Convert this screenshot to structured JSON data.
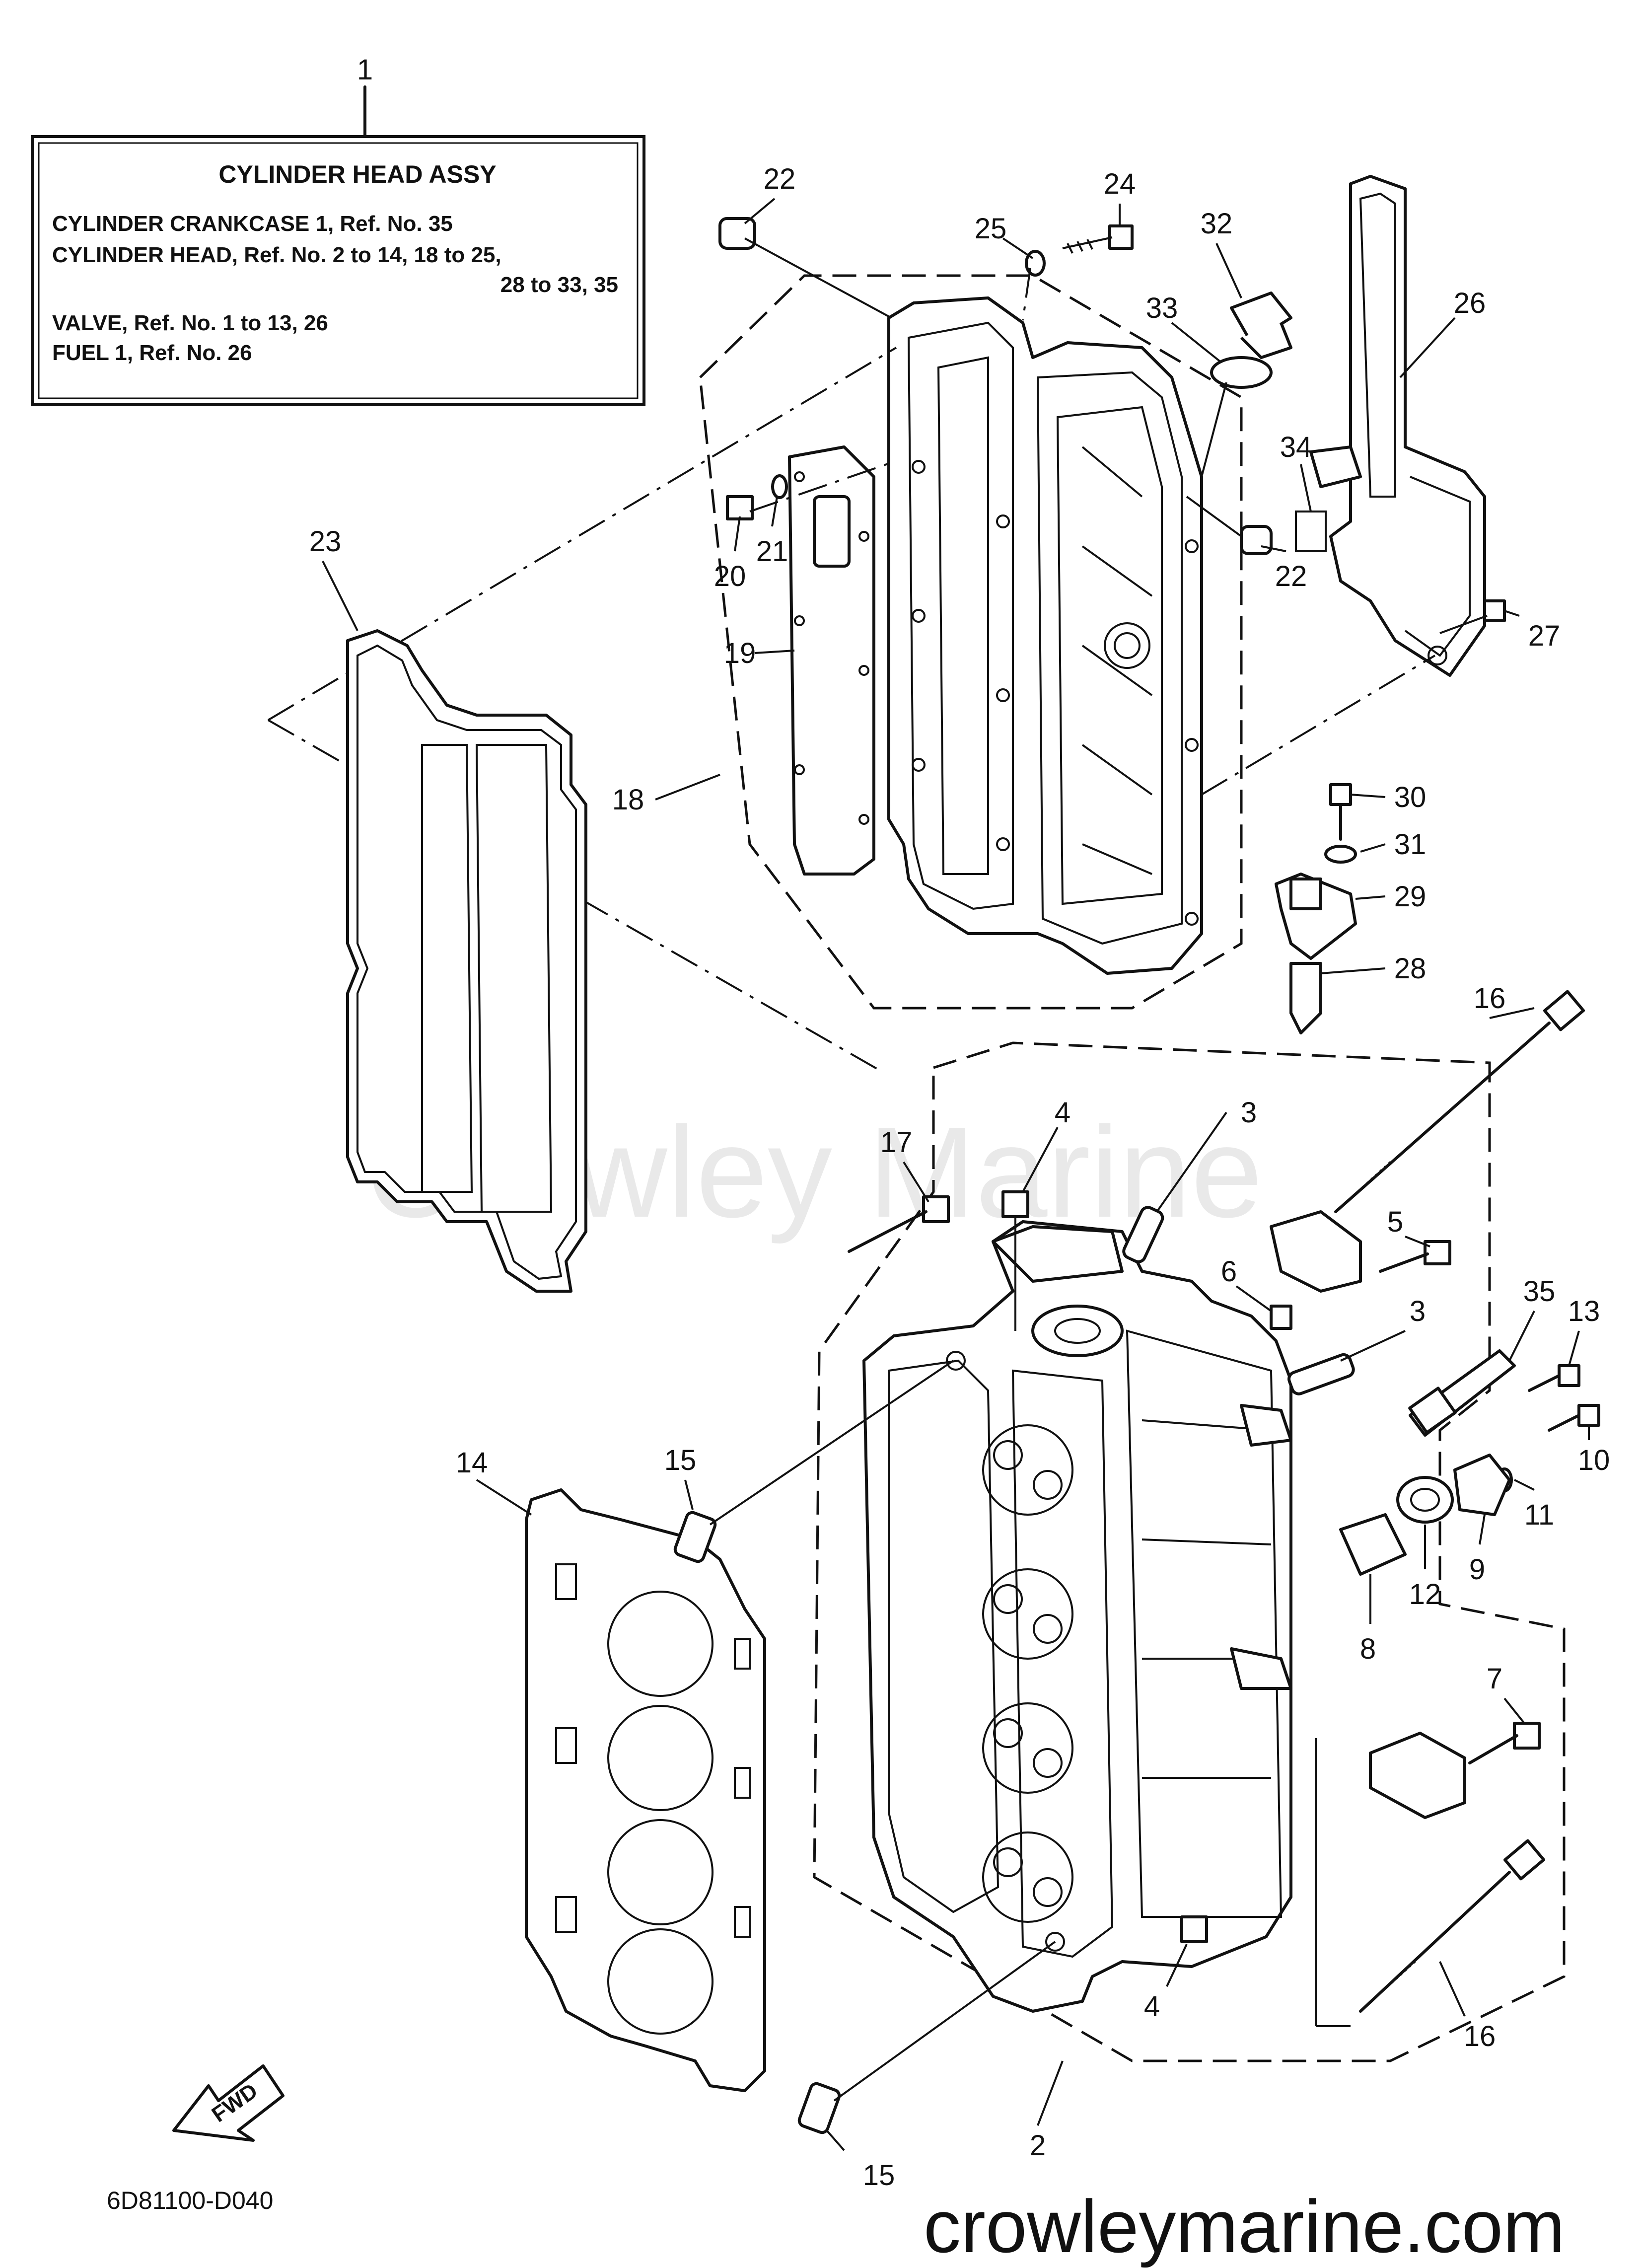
{
  "info_box": {
    "callout": "1",
    "title": "CYLINDER  HEAD ASSY",
    "lines": [
      "CYLINDER CRANKCASE 1, Ref. No. 35",
      "CYLINDER HEAD,  Ref. No. 2 to 14, 18 to 25,",
      "28 to 33, 35",
      "VALVE, Ref. No. 1 to 13, 26",
      "FUEL 1, Ref. No. 26"
    ]
  },
  "callouts": {
    "c22a": "22",
    "c24": "24",
    "c25": "25",
    "c32": "32",
    "c33": "33",
    "c26": "26",
    "c34": "34",
    "c20": "20",
    "c21": "21",
    "c22b": "22",
    "c27": "27",
    "c23": "23",
    "c19": "19",
    "c18": "18",
    "c30": "30",
    "c31": "31",
    "c29": "29",
    "c28": "28",
    "c16a": "16",
    "c17": "17",
    "c4a": "4",
    "c3a": "3",
    "c5": "5",
    "c6": "6",
    "c3b": "3",
    "c35": "35",
    "c13": "13",
    "c10": "10",
    "c11": "11",
    "c9": "9",
    "c12": "12",
    "c8": "8",
    "c14": "14",
    "c15a": "15",
    "c7": "7",
    "c4b": "4",
    "c16b": "16",
    "c15b": "15",
    "c2": "2"
  },
  "fwd_label": "FWD",
  "diagram_code": "6D81100-D040",
  "watermark": "Crowley Marine",
  "footer_url": "crowleymarine.com"
}
